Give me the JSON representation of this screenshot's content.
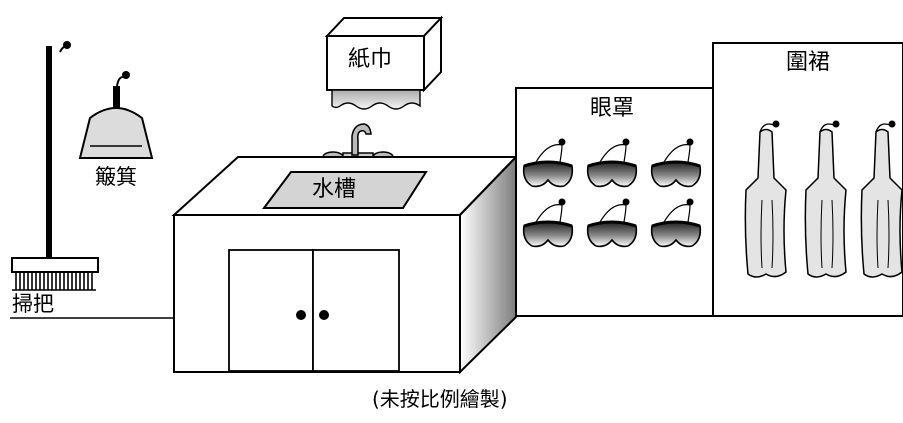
{
  "labels": {
    "paper_towel": "紙巾",
    "sink": "水槽",
    "goggles": "眼罩",
    "aprons": "圍裙",
    "dustpan": "簸箕",
    "broom": "掃把",
    "scale_note": "(未按比例繪製)"
  },
  "counts": {
    "goggles": 6,
    "aprons": 3
  },
  "colors": {
    "line": "#000000",
    "fill": "#ffffff",
    "sink_fill": "#d4d4d4",
    "apron_fill": "#e4e4e4",
    "dustpan_fill": "#dcdcdc",
    "side_shade": "#9a9a9a"
  }
}
